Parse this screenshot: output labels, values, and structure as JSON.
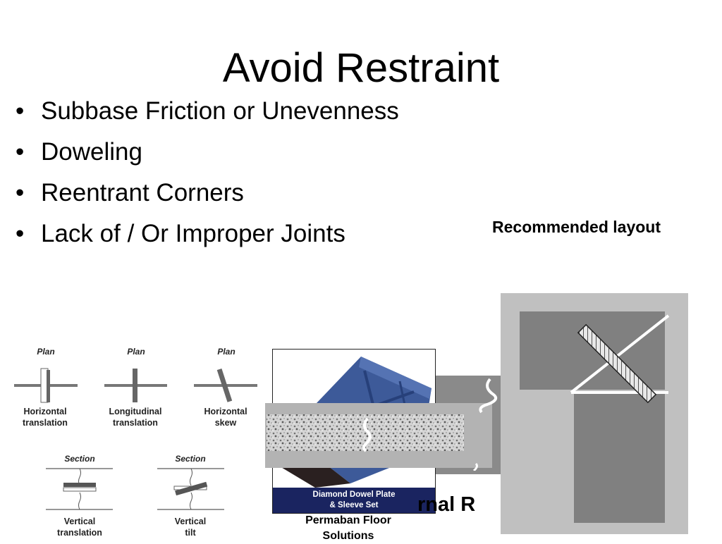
{
  "slide": {
    "title": "Avoid Restraint",
    "bullets": [
      "Subbase Friction or Unevenness",
      "Doweling",
      "Reentrant Corners",
      "Lack of / Or Improper Joints"
    ],
    "bullet_glyph": "•",
    "recommended_label": "Recommended layout"
  },
  "dowel_diagram": {
    "plan_title": "Plan",
    "section_title": "Section",
    "labels": {
      "horizontal_translation": [
        "Horizontal",
        "translation"
      ],
      "longitudinal_translation": [
        "Longitudinal",
        "translation"
      ],
      "horizontal_skew": [
        "Horizontal",
        "skew"
      ],
      "vertical_translation": [
        "Vertical",
        "translation"
      ],
      "vertical_tilt": [
        "Vertical",
        "tilt"
      ]
    }
  },
  "photo": {
    "caption_line1": "Diamond Dowel Plate",
    "caption_line2": "& Sleeve Set",
    "credit_line1": "Permaban Floor",
    "credit_line2": "Solutions"
  },
  "overlap_text": "rnal R",
  "colors": {
    "slab_light": "#c0c0c0",
    "slab_dark": "#808080",
    "caption_bg": "#1a2460",
    "plate_blue": "#3d5a99"
  }
}
